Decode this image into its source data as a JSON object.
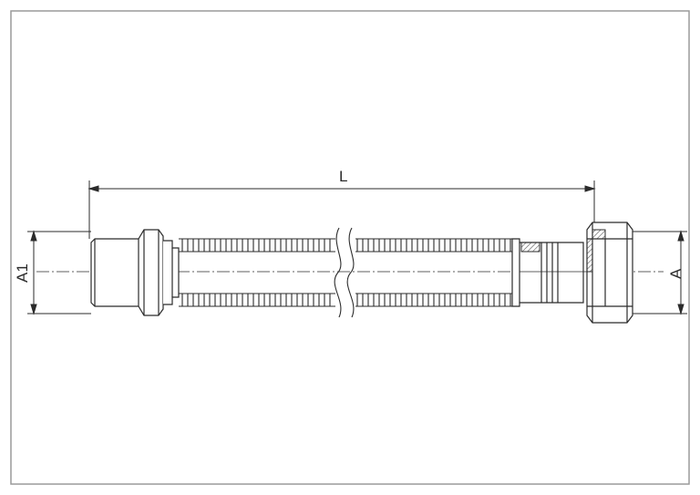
{
  "drawing": {
    "labels": {
      "length": "L",
      "left_diameter": "A1",
      "right_diameter": "A"
    },
    "colors": {
      "line": "#2b2b2b",
      "frame": "#9a9a9a",
      "hatch": "#555555",
      "background": "#ffffff"
    }
  }
}
